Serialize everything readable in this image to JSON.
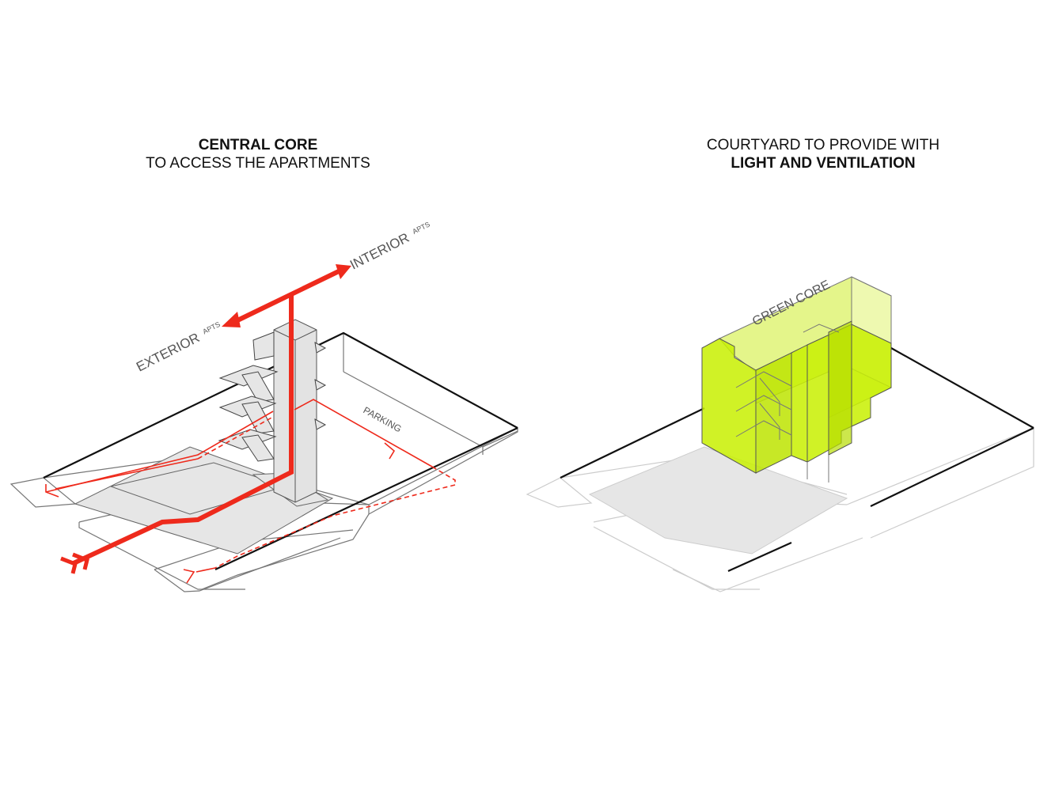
{
  "left_panel": {
    "title_bold": "CENTRAL CORE",
    "title_regular": "TO ACCESS THE APARTMENTS",
    "label_exterior": "EXTERIOR",
    "label_exterior_sub": "APTS",
    "label_interior": "INTERIOR",
    "label_interior_sub": "APTS",
    "label_parking": "PARKING"
  },
  "right_panel": {
    "title_regular": "COURTYARD TO PROVIDE WITH",
    "title_bold": "LIGHT AND VENTILATION",
    "label_green_core": "GREEN CORE"
  },
  "colors": {
    "circulation_red": "#ee2a1c",
    "green_core": "#c8f000",
    "outline": "#111111",
    "gray_fill": "#e6e6e6"
  }
}
